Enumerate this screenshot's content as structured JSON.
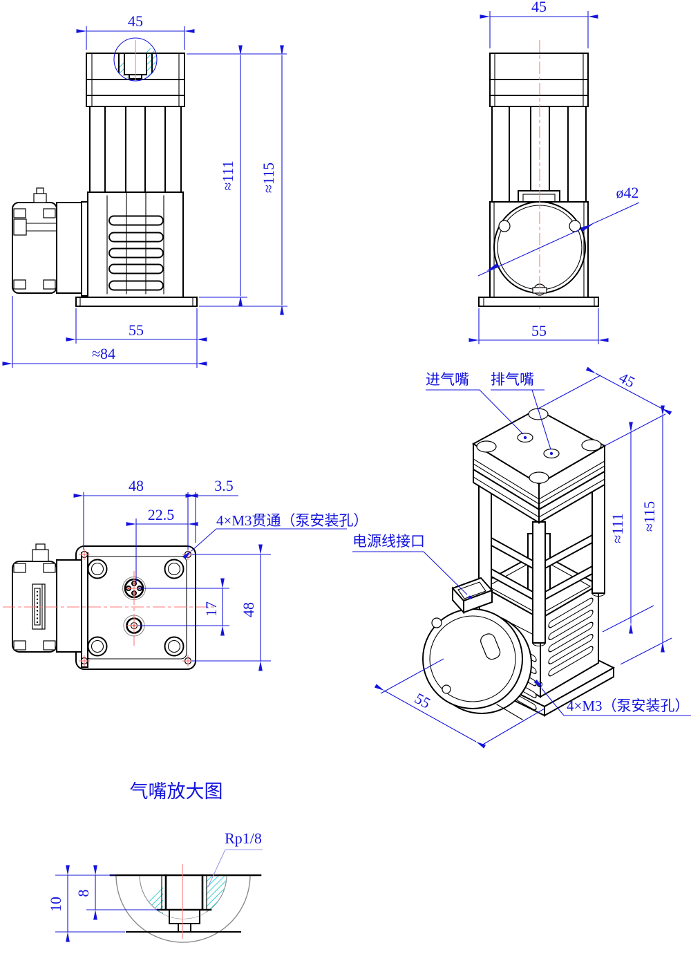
{
  "colors": {
    "dimension_blue": "#1414dd",
    "centerline_red": "#ff7a7a",
    "hatch_cyan": "#3ed2d2",
    "object_black": "#000000"
  },
  "views": {
    "front_view": {
      "dim_top_width": "45",
      "dim_body_height": "≈111",
      "dim_total_height": "≈115",
      "dim_base_width": "55",
      "dim_overall_width": "≈84"
    },
    "side_view": {
      "dim_top_width": "45",
      "dim_pump_head_diameter": "ø42",
      "dim_base_width": "55"
    },
    "bottom_view": {
      "dim_mount_hole_spacing_h": "48",
      "dim_mount_hole_edge_offset": "3.5",
      "dim_connector_offset": "22.5",
      "dim_connector_spacing": "17",
      "dim_mount_hole_spacing_v": "48",
      "label_mounting_holes": "4×M3贯通（泵安装孔）"
    },
    "isometric_view": {
      "label_inlet_nozzle": "进气嘴",
      "label_outlet_nozzle": "排气嘴",
      "label_power_connector": "电源线接口",
      "label_mounting_holes": "4×M3（泵安装孔）",
      "dim_depth": "45",
      "dim_body_height": "≈111",
      "dim_total_height": "≈115",
      "dim_width": "55"
    },
    "detail_view": {
      "title": "气嘴放大图",
      "label_thread": "Rp1/8",
      "dim_total_depth": "10",
      "dim_thread_depth": "8"
    }
  }
}
